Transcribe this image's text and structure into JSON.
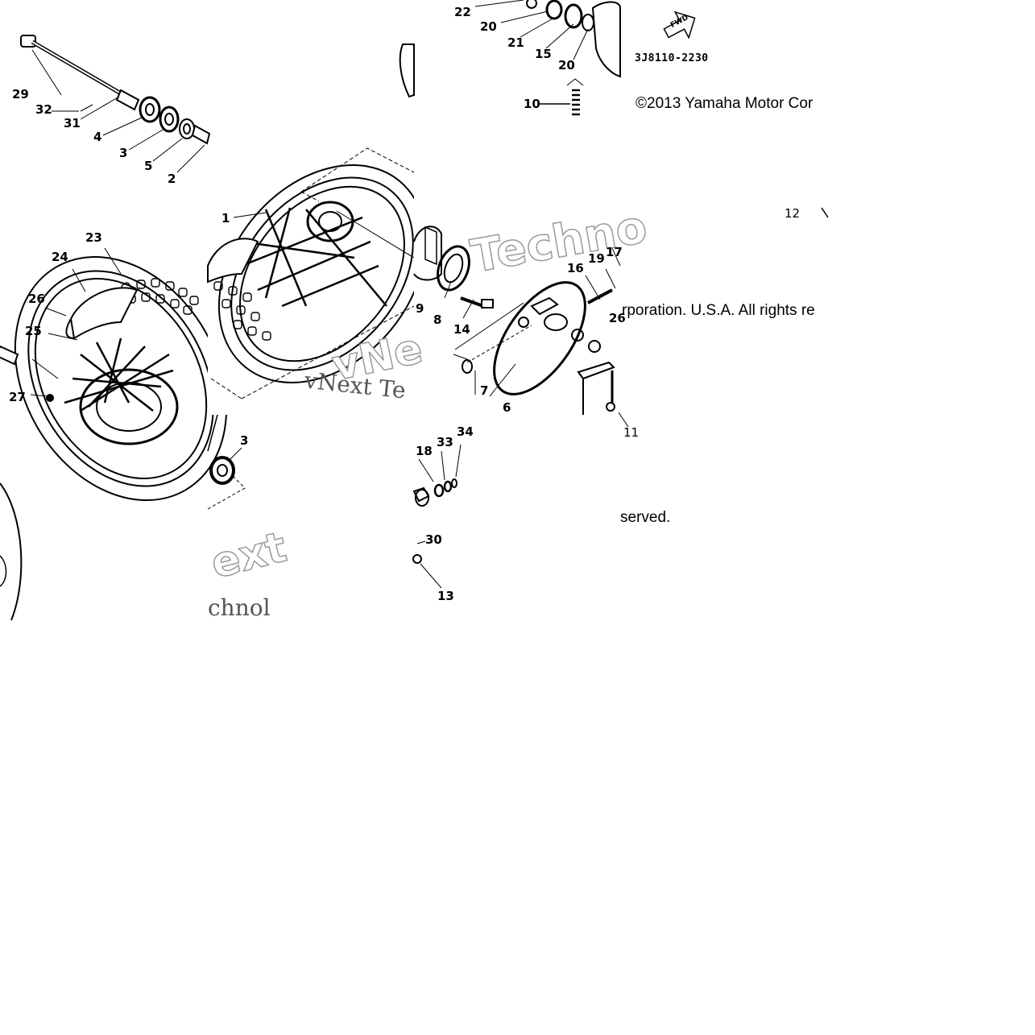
{
  "diagram": {
    "part_code": "3J8110-2230",
    "fwd_label": "FWD",
    "copyright": {
      "segment_1": "©2013 Yamaha Motor Cor",
      "segment_2": "rporation. U.S.A. All rights re",
      "segment_3": "served."
    },
    "watermarks": {
      "wm_1": "Techno",
      "wm_2": "vNe",
      "wm_3": "vNext Te",
      "wm_4": "ext",
      "wm_5": "chnol"
    },
    "callouts": {
      "c22": "22",
      "c20a": "20",
      "c21": "21",
      "c15": "15",
      "c20b": "20",
      "c29": "29",
      "c32": "32",
      "c31": "31",
      "c4": "4",
      "c3a": "3",
      "c5": "5",
      "c2": "2",
      "c10": "10",
      "c1": "1",
      "c23": "23",
      "c24": "24",
      "c26a": "26",
      "c25": "25",
      "c27": "27",
      "c12": "12",
      "c16": "16",
      "c19": "19",
      "c17": "17",
      "c26b": "26",
      "c9": "9",
      "c8": "8",
      "c14": "14",
      "c7": "7",
      "c6": "6",
      "c11": "11",
      "c3b": "3",
      "c33": "33",
      "c34": "34",
      "c18": "18",
      "c30": "30",
      "c13": "13"
    }
  }
}
